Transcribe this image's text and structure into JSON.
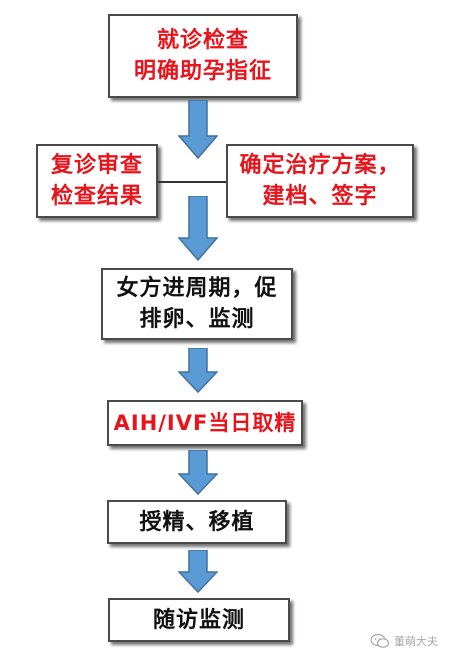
{
  "steps": {
    "consult": {
      "lines": [
        "就诊检查",
        "明确助孕指征"
      ]
    },
    "review": {
      "lines": [
        "复诊审查",
        "检查结果"
      ]
    },
    "plan": {
      "lines": [
        "确定治疗方案，",
        "建档、签字"
      ]
    },
    "cycle": {
      "lines": [
        "女方进周期，促",
        "排卵、监测"
      ]
    },
    "retrieval": {
      "label": "AIH/IVF当日取精"
    },
    "insemination": {
      "label": "授精、移植"
    },
    "followup": {
      "label": "随访监测"
    }
  },
  "watermark": {
    "text": "董萌大夫"
  },
  "colors": {
    "emphasis_text": "#e8141c",
    "normal_text": "#111111",
    "arrow_fill": "#5b9bd5",
    "arrow_stroke": "#41719c",
    "box_border": "#4a4a4a"
  }
}
